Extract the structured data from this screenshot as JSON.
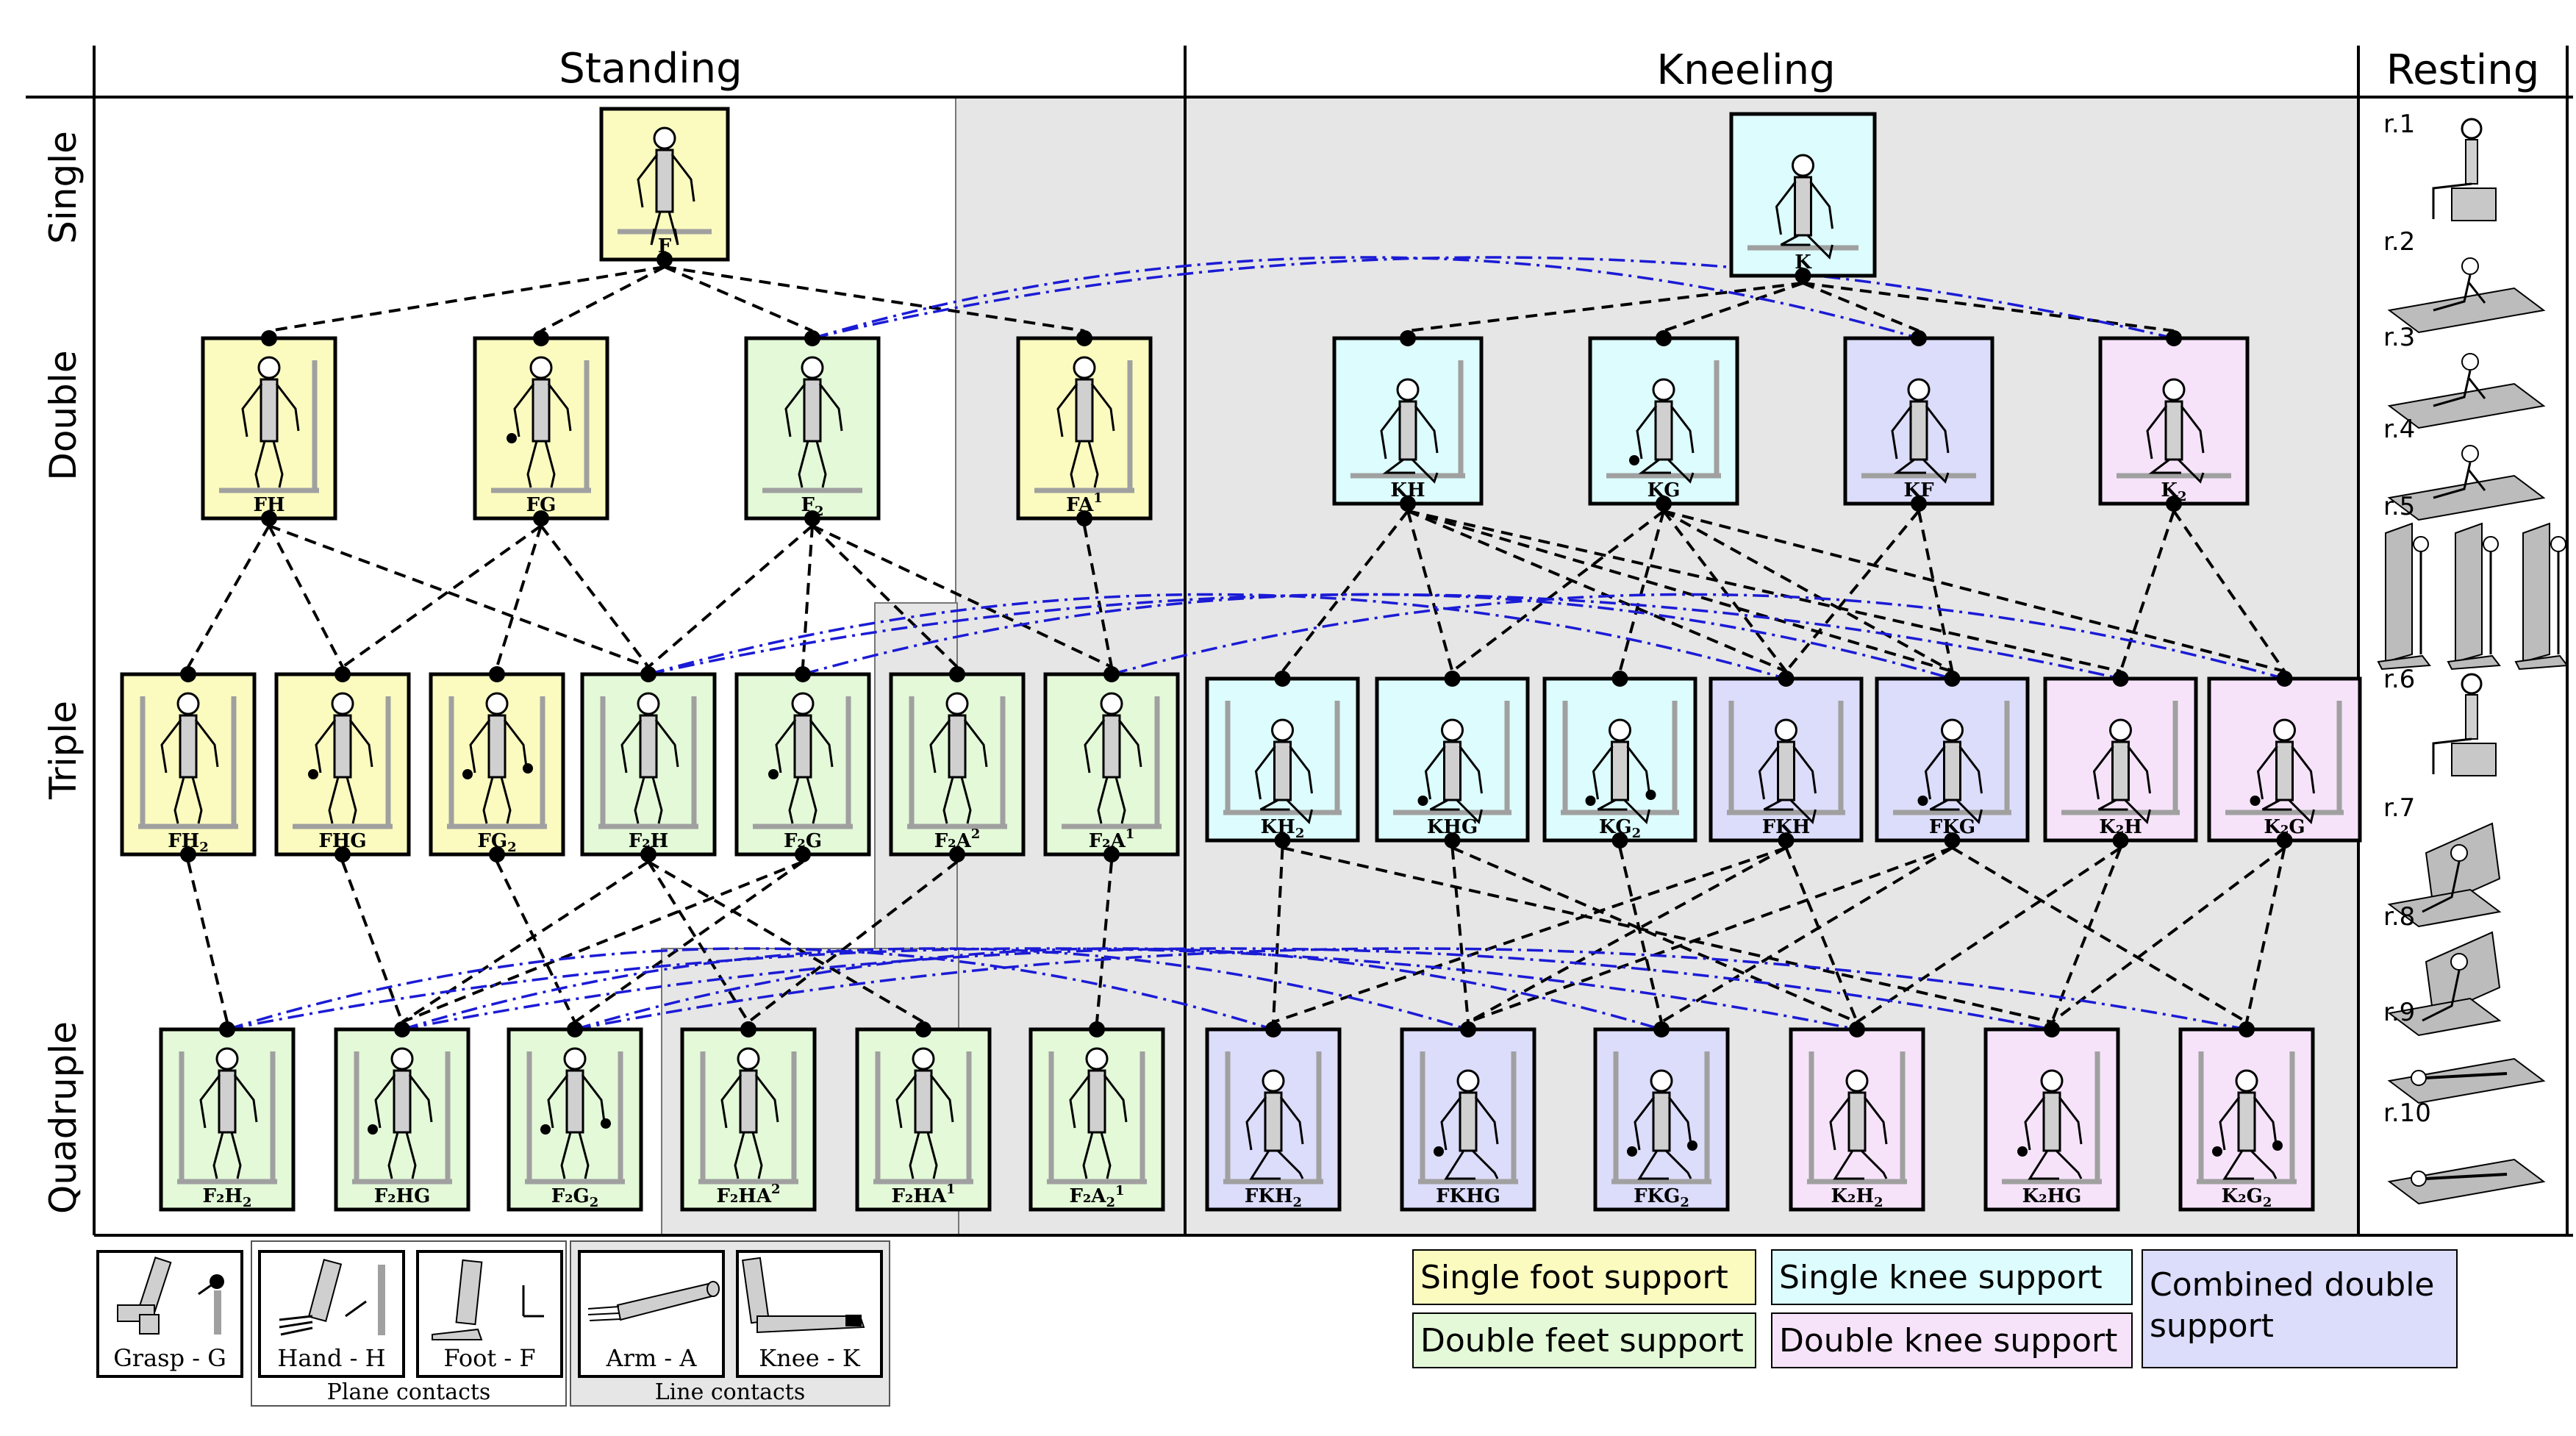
{
  "columns": {
    "standing": "Standing",
    "kneeling": "Kneeling",
    "resting": "Resting"
  },
  "rows": {
    "single": "Single",
    "double": "Double",
    "triple": "Triple",
    "quadruple": "Quadruple"
  },
  "colors": {
    "single_foot": "#fbfbc0",
    "double_feet": "#e3f9d8",
    "single_knee": "#dcfcfd",
    "double_knee": "#f6e3fa",
    "combined": "#dcdcfb",
    "shade": "#e6e6e6",
    "dashed_edge": "#000000",
    "blue_edge": "#1b1bd6"
  },
  "nodes": [
    {
      "id": "F",
      "label": "F",
      "sub": "",
      "sup": "",
      "support": "single_foot"
    },
    {
      "id": "K",
      "label": "K",
      "sub": "",
      "sup": "",
      "support": "single_knee"
    },
    {
      "id": "FH",
      "label": "FH",
      "sub": "",
      "sup": "",
      "support": "single_foot"
    },
    {
      "id": "FG",
      "label": "FG",
      "sub": "",
      "sup": "",
      "support": "single_foot"
    },
    {
      "id": "F2",
      "label": "F",
      "sub": "2",
      "sup": "",
      "support": "double_feet"
    },
    {
      "id": "FA1",
      "label": "FA",
      "sub": "",
      "sup": "1",
      "support": "single_foot"
    },
    {
      "id": "KH",
      "label": "KH",
      "sub": "",
      "sup": "",
      "support": "single_knee"
    },
    {
      "id": "KG",
      "label": "KG",
      "sub": "",
      "sup": "",
      "support": "single_knee"
    },
    {
      "id": "KF",
      "label": "KF",
      "sub": "",
      "sup": "",
      "support": "combined"
    },
    {
      "id": "K2",
      "label": "K",
      "sub": "2",
      "sup": "",
      "support": "double_knee"
    },
    {
      "id": "FH2",
      "label": "FH",
      "sub": "2",
      "sup": "",
      "support": "single_foot"
    },
    {
      "id": "FHG",
      "label": "FHG",
      "sub": "",
      "sup": "",
      "support": "single_foot"
    },
    {
      "id": "FG2",
      "label": "FG",
      "sub": "2",
      "sup": "",
      "support": "single_foot"
    },
    {
      "id": "F2H",
      "label": "F₂H",
      "sub": "",
      "sup": "",
      "support": "double_feet"
    },
    {
      "id": "F2G",
      "label": "F₂G",
      "sub": "",
      "sup": "",
      "support": "double_feet"
    },
    {
      "id": "F2A2",
      "label": "F₂A",
      "sub": "",
      "sup": "2",
      "support": "double_feet"
    },
    {
      "id": "F2A1",
      "label": "F₂A",
      "sub": "",
      "sup": "1",
      "support": "double_feet"
    },
    {
      "id": "KH2",
      "label": "KH",
      "sub": "2",
      "sup": "",
      "support": "single_knee"
    },
    {
      "id": "KHG",
      "label": "KHG",
      "sub": "",
      "sup": "",
      "support": "single_knee"
    },
    {
      "id": "KG2",
      "label": "KG",
      "sub": "2",
      "sup": "",
      "support": "single_knee"
    },
    {
      "id": "FKH",
      "label": "FKH",
      "sub": "",
      "sup": "",
      "support": "combined"
    },
    {
      "id": "FKG",
      "label": "FKG",
      "sub": "",
      "sup": "",
      "support": "combined"
    },
    {
      "id": "K2H",
      "label": "K₂H",
      "sub": "",
      "sup": "",
      "support": "double_knee"
    },
    {
      "id": "K2G",
      "label": "K₂G",
      "sub": "",
      "sup": "",
      "support": "double_knee"
    },
    {
      "id": "F2H2",
      "label": "F₂H",
      "sub": "2",
      "sup": "",
      "support": "double_feet"
    },
    {
      "id": "F2HG",
      "label": "F₂HG",
      "sub": "",
      "sup": "",
      "support": "double_feet"
    },
    {
      "id": "F2G2",
      "label": "F₂G",
      "sub": "2",
      "sup": "",
      "support": "double_feet"
    },
    {
      "id": "F2HA2",
      "label": "F₂HA",
      "sub": "",
      "sup": "2",
      "support": "double_feet"
    },
    {
      "id": "F2HA1",
      "label": "F₂HA",
      "sub": "",
      "sup": "1",
      "support": "double_feet"
    },
    {
      "id": "F2A21",
      "label": "F₂A",
      "sub": "2",
      "sup": "1",
      "support": "double_feet"
    },
    {
      "id": "FKH2",
      "label": "FKH",
      "sub": "2",
      "sup": "",
      "support": "combined"
    },
    {
      "id": "FKHG",
      "label": "FKHG",
      "sub": "",
      "sup": "",
      "support": "combined"
    },
    {
      "id": "FKG2",
      "label": "FKG",
      "sub": "2",
      "sup": "",
      "support": "combined"
    },
    {
      "id": "K2H2",
      "label": "K₂H",
      "sub": "2",
      "sup": "",
      "support": "double_knee"
    },
    {
      "id": "K2HG",
      "label": "K₂HG",
      "sub": "",
      "sup": "",
      "support": "double_knee"
    },
    {
      "id": "K2G2",
      "label": "K₂G",
      "sub": "2",
      "sup": "",
      "support": "double_knee"
    }
  ],
  "edges": [
    [
      "F",
      "FH"
    ],
    [
      "F",
      "FG"
    ],
    [
      "F",
      "F2"
    ],
    [
      "F",
      "FA1"
    ],
    [
      "K",
      "KH"
    ],
    [
      "K",
      "KG"
    ],
    [
      "K",
      "KF"
    ],
    [
      "K",
      "K2"
    ],
    [
      "FH",
      "FH2"
    ],
    [
      "FH",
      "FHG"
    ],
    [
      "FG",
      "FHG"
    ],
    [
      "FG",
      "FG2"
    ],
    [
      "FG",
      "F2H"
    ],
    [
      "FH",
      "F2H"
    ],
    [
      "F2",
      "F2H"
    ],
    [
      "F2",
      "F2G"
    ],
    [
      "F2",
      "F2A2"
    ],
    [
      "F2",
      "F2A1"
    ],
    [
      "FA1",
      "F2A1"
    ],
    [
      "KH",
      "KH2"
    ],
    [
      "KH",
      "KHG"
    ],
    [
      "KH",
      "FKH"
    ],
    [
      "KH",
      "K2H"
    ],
    [
      "KG",
      "KHG"
    ],
    [
      "KG",
      "KG2"
    ],
    [
      "KG",
      "FKG"
    ],
    [
      "KG",
      "K2G"
    ],
    [
      "KF",
      "FKH"
    ],
    [
      "KF",
      "FKG"
    ],
    [
      "K2",
      "K2H"
    ],
    [
      "K2",
      "K2G"
    ],
    [
      "KH",
      "FKG"
    ],
    [
      "KG",
      "FKH"
    ],
    [
      "FH2",
      "F2H2"
    ],
    [
      "FHG",
      "F2HG"
    ],
    [
      "FG2",
      "F2G2"
    ],
    [
      "F2H",
      "F2HG"
    ],
    [
      "F2H",
      "F2HA2"
    ],
    [
      "F2H",
      "F2HA1"
    ],
    [
      "F2G",
      "F2G2"
    ],
    [
      "F2G",
      "F2HG"
    ],
    [
      "F2A2",
      "F2HA2"
    ],
    [
      "F2A1",
      "F2A21"
    ],
    [
      "KH2",
      "FKH2"
    ],
    [
      "KHG",
      "FKHG"
    ],
    [
      "KG2",
      "FKG2"
    ],
    [
      "FKH",
      "FKH2"
    ],
    [
      "FKH",
      "FKHG"
    ],
    [
      "FKG",
      "FKHG"
    ],
    [
      "FKG",
      "FKG2"
    ],
    [
      "K2H",
      "K2H2"
    ],
    [
      "K2H",
      "K2HG"
    ],
    [
      "K2G",
      "K2HG"
    ],
    [
      "K2G",
      "K2G2"
    ],
    [
      "FKH",
      "K2H2"
    ],
    [
      "FKG",
      "K2G2"
    ],
    [
      "KH2",
      "K2HG"
    ],
    [
      "KHG",
      "K2H2"
    ]
  ],
  "blue_edges": [
    [
      "F2",
      "KF"
    ],
    [
      "F2",
      "K2"
    ],
    [
      "F2H",
      "FKH"
    ],
    [
      "F2G",
      "FKG"
    ],
    [
      "F2A1",
      "K2G"
    ],
    [
      "F2H",
      "K2H"
    ],
    [
      "F2H2",
      "FKH2"
    ],
    [
      "F2HG",
      "FKHG"
    ],
    [
      "F2G2",
      "FKG2"
    ],
    [
      "F2H2",
      "K2H2"
    ],
    [
      "F2HG",
      "K2HG"
    ],
    [
      "F2G2",
      "K2G2"
    ]
  ],
  "resting": [
    "r.1",
    "r.2",
    "r.3",
    "r.4",
    "r.5",
    "r.6",
    "r.7",
    "r.8",
    "r.9",
    "r.10"
  ],
  "contact_legend": {
    "grasp": "Grasp - G",
    "hand": "Hand - H",
    "foot": "Foot - F",
    "arm": "Arm - A",
    "knee": "Knee - K",
    "plane_group": "Plane contacts",
    "line_group": "Line contacts"
  },
  "support_legend": {
    "single_foot": "Single foot support",
    "double_feet": "Double feet support",
    "single_knee": "Single knee support",
    "double_knee": "Double knee support",
    "combined": "Combined double support"
  }
}
